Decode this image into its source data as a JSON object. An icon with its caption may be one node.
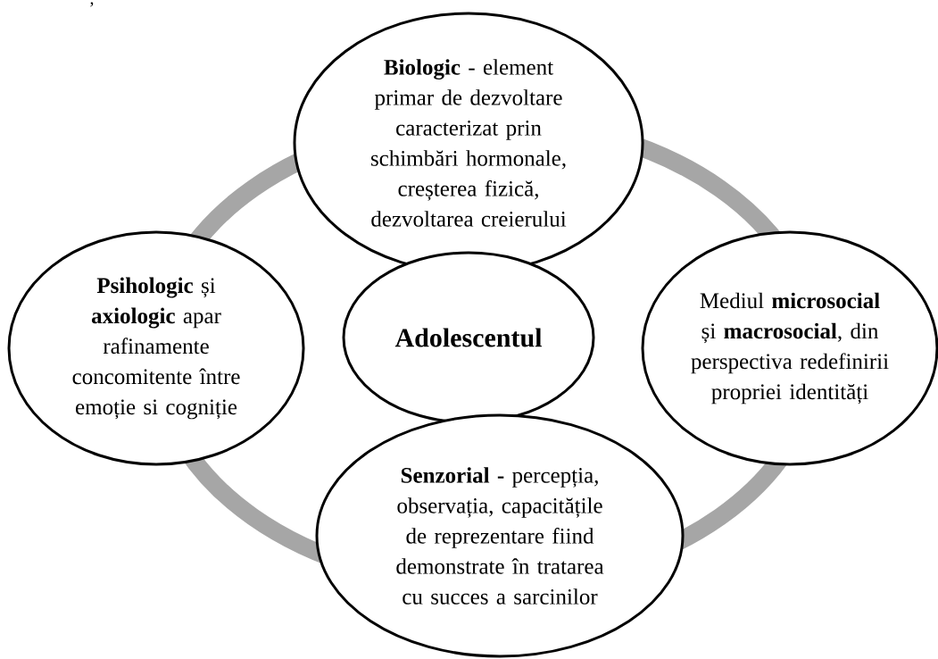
{
  "diagram": {
    "nodes": [
      {
        "text": [
          "**Biologic** - element primar de dezvoltare caracterizat prin schimbări hormonale, creșterea fizică, dezvoltarea creierului"
        ]
      },
      {
        "text": [
          "**Psihologic** și **axiologic** apar rafinamente concomitente între emoție si cogniție"
        ]
      },
      {
        "text": [
          "Adolescentul"
        ]
      },
      {
        "text": [
          "Mediul **microsocial** și **macrosocial**, din perspectiva redefinirii propriei identități"
        ]
      },
      {
        "text": [
          "**Senzorial -** percepția, observația, capacitățile de reprezentare fiind demonstrate în tratarea cu succes a sarcinilor"
        ]
      }
    ],
    "labels": [
      ","
    ]
  }
}
